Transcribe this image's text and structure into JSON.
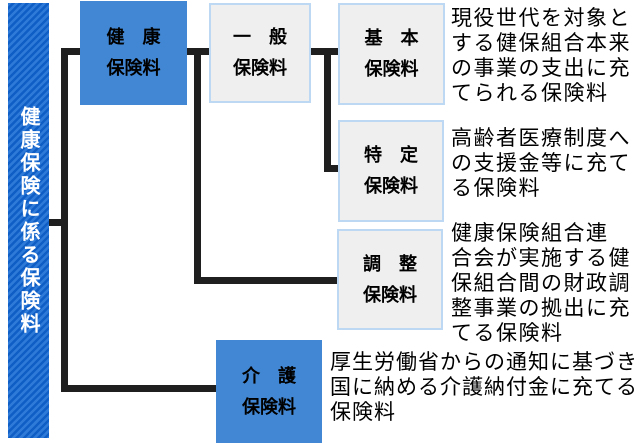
{
  "diagram": {
    "root_label": "健康保険に係る保険料",
    "nodes": {
      "kenko": {
        "label": "健　康\n保険料"
      },
      "ippan": {
        "label": "一　般\n保険料"
      },
      "kihon": {
        "label": "基　本\n保険料",
        "description": "現役世代を対象と\nする健保組合本来\nの事業の支出に充\nてられる保険料"
      },
      "tokutei": {
        "label": "特　定\n保険料",
        "description": "高齢者医療制度へ\nの支援金等に充て\nる保険料"
      },
      "chosei": {
        "label": "調　整\n保険料",
        "description": "健康保険組合連\n合会が実施する健\n保組合間の財政調\n整事業の拠出に充\nてる保険料"
      },
      "kaigo": {
        "label": "介　護\n保険料",
        "description": "厚生労働省からの通知に基づき\n国に納める介護納付金に充てる\n保険料"
      }
    },
    "colors": {
      "blue_node": "#4287d4",
      "bar_stripe_dark": "#0f5ec6",
      "bar_stripe_light": "#2e7ad8",
      "light_node_fill": "#efefef",
      "light_node_border": "#bdd8f3",
      "connector": "#1f1f1f",
      "node_text": "#000000",
      "bar_text": "#ffffff"
    }
  }
}
